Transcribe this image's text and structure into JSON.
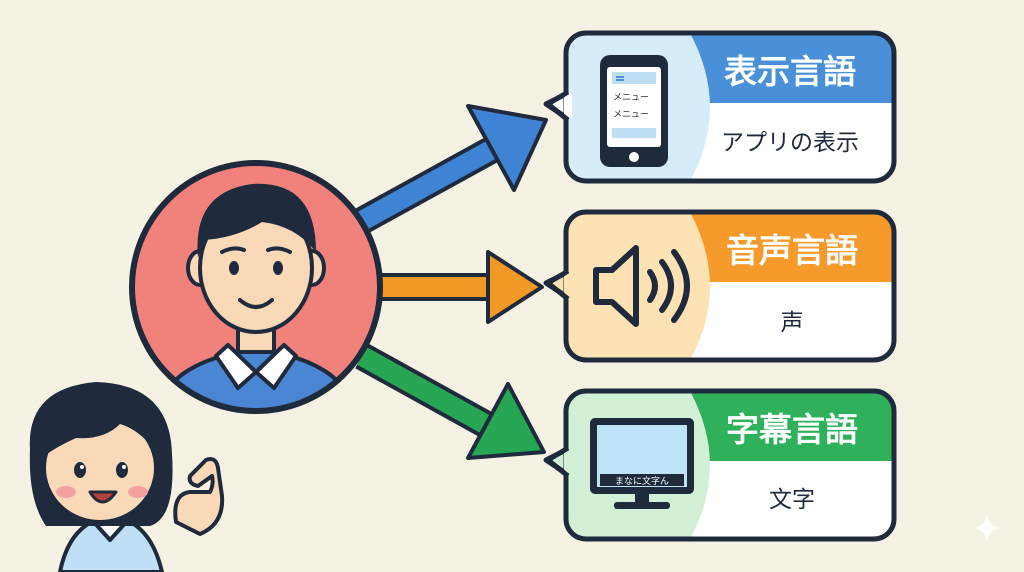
{
  "cards": [
    {
      "title": "表示言語",
      "subtitle": "アプリの表示",
      "colors": {
        "header": "#4a90d9",
        "left": "#d6ecf8",
        "arrow": "#3f83d4"
      },
      "icon": "smartphone-icon",
      "phone_lines": [
        "メニュー",
        "メニュー"
      ]
    },
    {
      "title": "音声言語",
      "subtitle": "声",
      "colors": {
        "header": "#f59a2b",
        "left": "#fde2b4",
        "arrow": "#f39a26"
      },
      "icon": "speaker-icon"
    },
    {
      "title": "字幕言語",
      "subtitle": "文字",
      "colors": {
        "header": "#2fb15c",
        "left": "#d2f0d6",
        "arrow": "#27a653"
      },
      "icon": "tv-icon",
      "tv_caption": "まなに文字ん"
    }
  ],
  "person": {
    "icon": "person-avatar-icon",
    "circle_color": "#f0827b",
    "shirt_color": "#4a86d3"
  },
  "guide": {
    "icon": "pointing-child-icon"
  },
  "watermark": {
    "icon": "sparkle-icon"
  }
}
